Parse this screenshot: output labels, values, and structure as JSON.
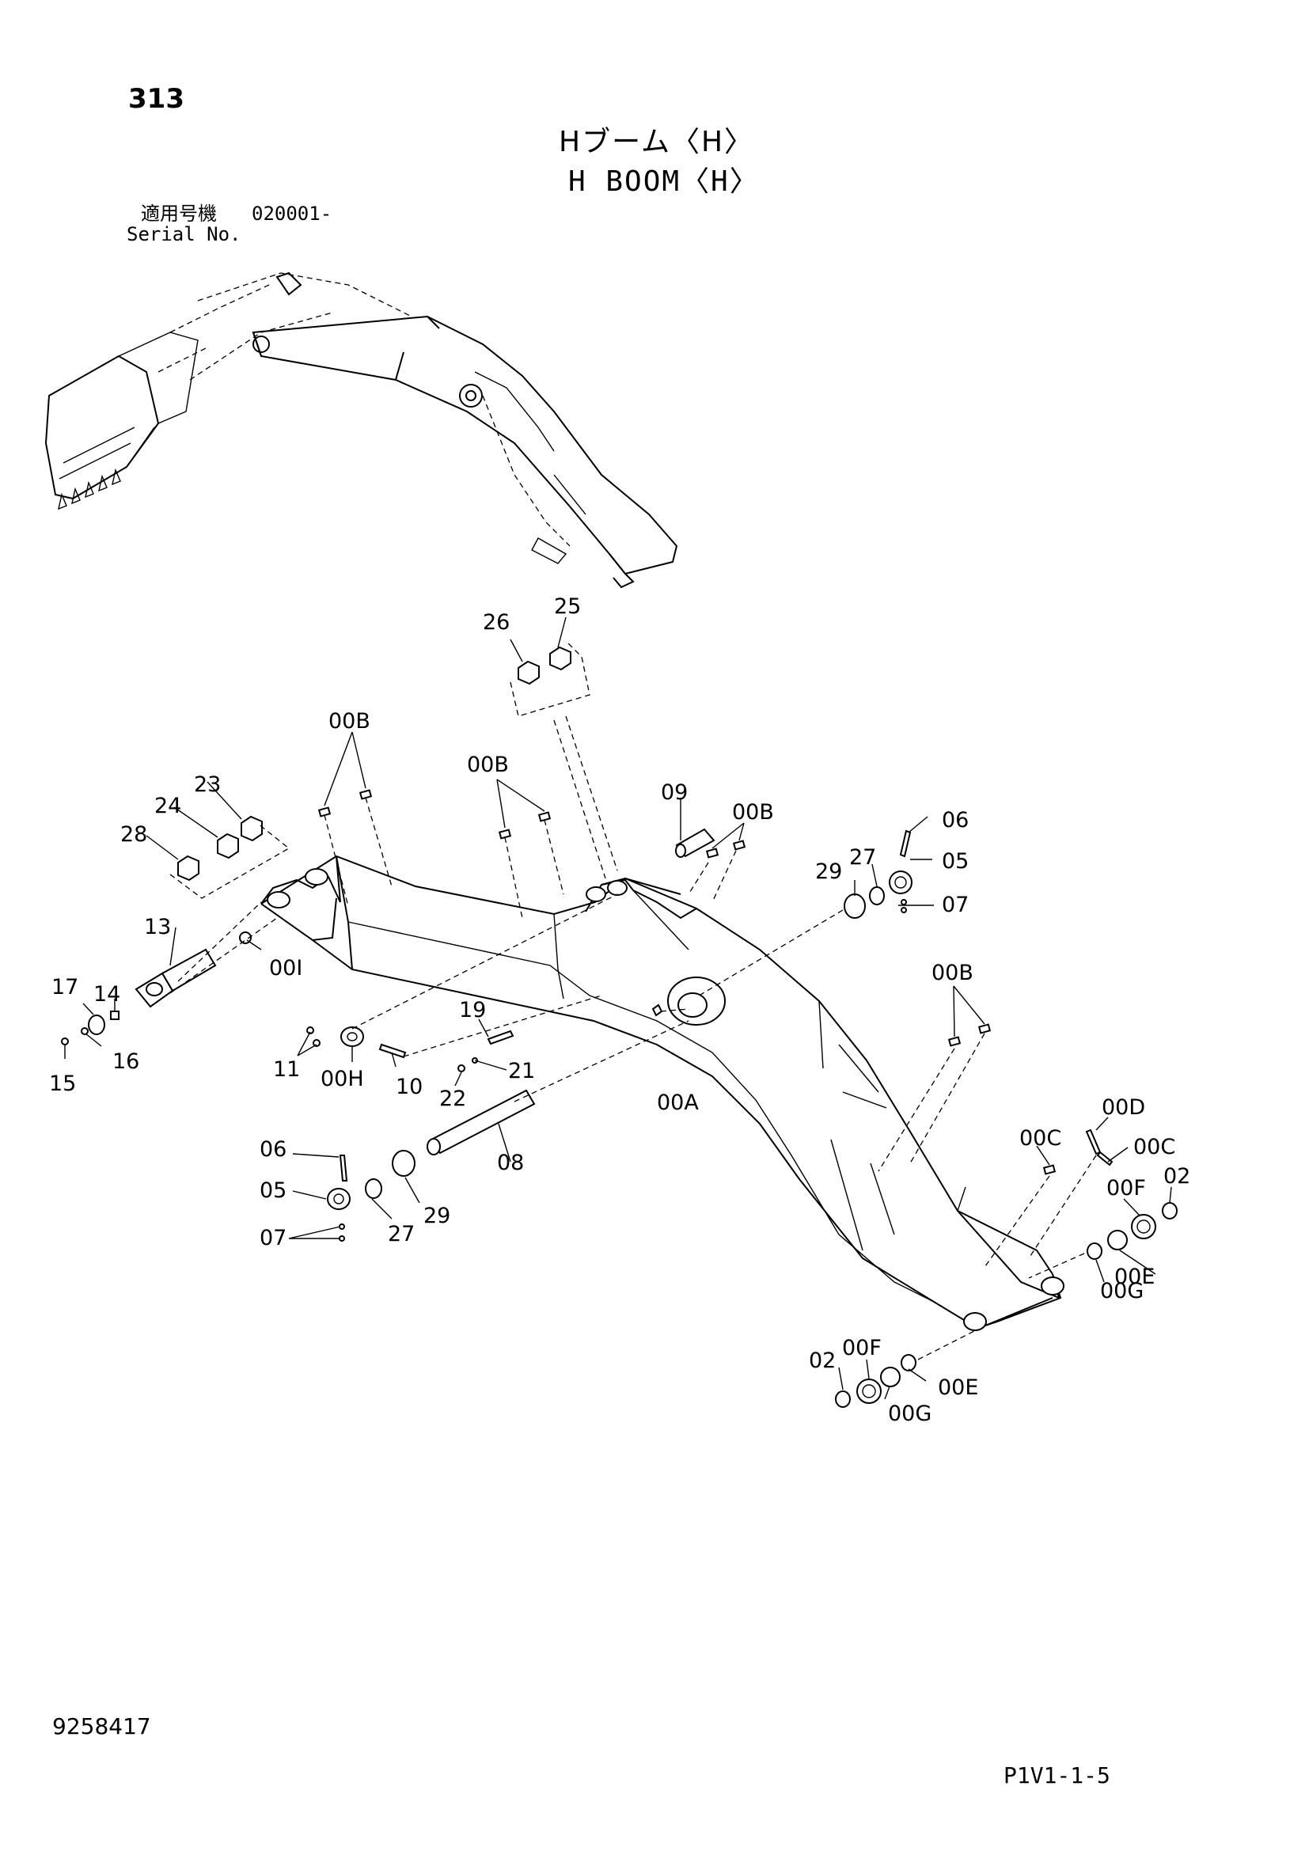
{
  "header": {
    "page_number": "313",
    "title_jp": "Hブーム〈H〉",
    "title_en": "H BOOM〈H〉",
    "serial_label_jp": "適用号機",
    "serial_range": "020001-",
    "serial_label_en": "Serial No."
  },
  "callouts": [
    "26",
    "25",
    "00B",
    "00B",
    "23",
    "24",
    "28",
    "09",
    "00B",
    "06",
    "29",
    "27",
    "05",
    "07",
    "13",
    "14",
    "17",
    "00I",
    "16",
    "15",
    "00B",
    "19",
    "11",
    "00H",
    "10",
    "21",
    "22",
    "00A",
    "00D",
    "00C",
    "00C",
    "06",
    "05",
    "07",
    "08",
    "27",
    "29",
    "00F",
    "02",
    "00G",
    "00E",
    "02",
    "00F",
    "00G",
    "00E"
  ],
  "footer": {
    "doc_number": "9258417",
    "sheet_code": "P1V1-1-5"
  }
}
